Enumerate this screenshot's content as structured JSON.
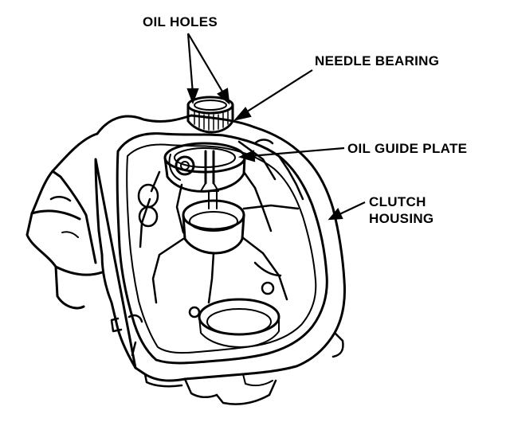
{
  "labels": {
    "oil_holes": "OIL HOLES",
    "needle_bearing": "NEEDLE BEARING",
    "oil_guide_plate": "OIL GUIDE PLATE",
    "clutch_housing_line1": "CLUTCH",
    "clutch_housing_line2": "HOUSING"
  },
  "colors": {
    "ink": "#000000",
    "paper": "#ffffff"
  }
}
